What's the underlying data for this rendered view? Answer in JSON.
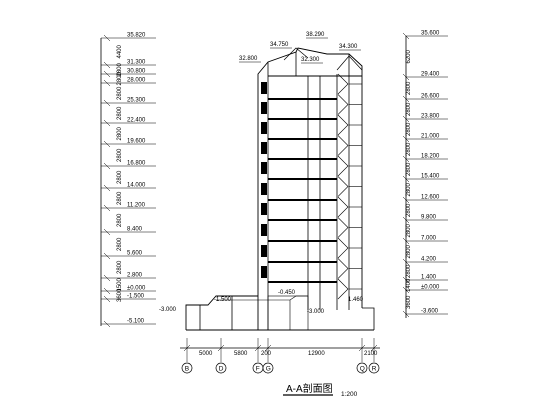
{
  "drawing": {
    "title": "A-A剖面图",
    "scale": "1:200",
    "colors": {
      "line": "#000000",
      "window": "#000000",
      "background": "#ffffff"
    }
  },
  "left_elevations": [
    "35.820",
    "31.300",
    "30.800",
    "28.000",
    "25.300",
    "22.400",
    "19.600",
    "16.800",
    "14.000",
    "11.200",
    "8.400",
    "5.600",
    "2.800",
    "±0.000",
    "-1.500",
    "-5.100"
  ],
  "left_spacings": [
    "4400",
    "2800",
    "2800",
    "2800",
    "2800",
    "2800",
    "2800",
    "2800",
    "2800",
    "2800",
    "2800",
    "2800",
    "1500",
    "3600"
  ],
  "right_elevations": [
    "35.600",
    "29.400",
    "26.600",
    "23.800",
    "21.000",
    "18.200",
    "15.400",
    "12.600",
    "9.800",
    "7.000",
    "4.200",
    "1.400",
    "±0.000",
    "-3.600"
  ],
  "right_spacings": [
    "6200",
    "2800",
    "2800",
    "2800",
    "2800",
    "2800",
    "2800",
    "2800",
    "2800",
    "2800",
    "2800",
    "1400",
    "3600"
  ],
  "top_elevations": [
    "38.290",
    "34.750",
    "34.300",
    "32.800",
    "32.300"
  ],
  "inner_elevations": [
    "-1.500",
    "-0.450",
    "-3.000",
    "-3.000",
    "1.460"
  ],
  "bottom_dimensions": [
    "5000",
    "5800",
    "200",
    "12900",
    "2100"
  ],
  "axes": [
    "B",
    "D",
    "F",
    "G",
    "Q",
    "R"
  ]
}
